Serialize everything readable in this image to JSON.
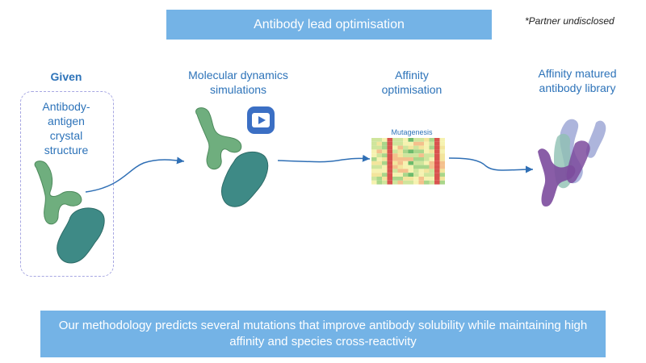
{
  "header": {
    "title": "Antibody lead optimisation",
    "note": "*Partner undisclosed"
  },
  "given": {
    "label": "Given",
    "text_lines": [
      "Antibody-",
      "antigen",
      "crystal",
      "structure"
    ]
  },
  "stages": [
    {
      "lines": [
        "Molecular dynamics",
        "simulations"
      ]
    },
    {
      "lines": [
        "Affinity",
        "optimisation"
      ]
    },
    {
      "lines": [
        "Affinity matured",
        "antibody library"
      ]
    }
  ],
  "heatmap": {
    "label": "Mutagenesis"
  },
  "footer": {
    "lines": [
      "Our methodology predicts several mutations that improve antibody solubility while maintaining high",
      "affinity and species cross-reactivity"
    ]
  },
  "colors": {
    "title_bar": "#74b3e6",
    "text_blue": "#2d73b9",
    "arrow": "#2f6fb5",
    "antibody_light": "#6fae7e",
    "antigen": "#3e8a86",
    "video_icon": "#3b6fc4",
    "library_purple": "#7c4b9d",
    "library_lavender": "#9fa8d6",
    "library_teal": "#8fc1b3"
  },
  "icons": [
    "video-play-icon"
  ]
}
